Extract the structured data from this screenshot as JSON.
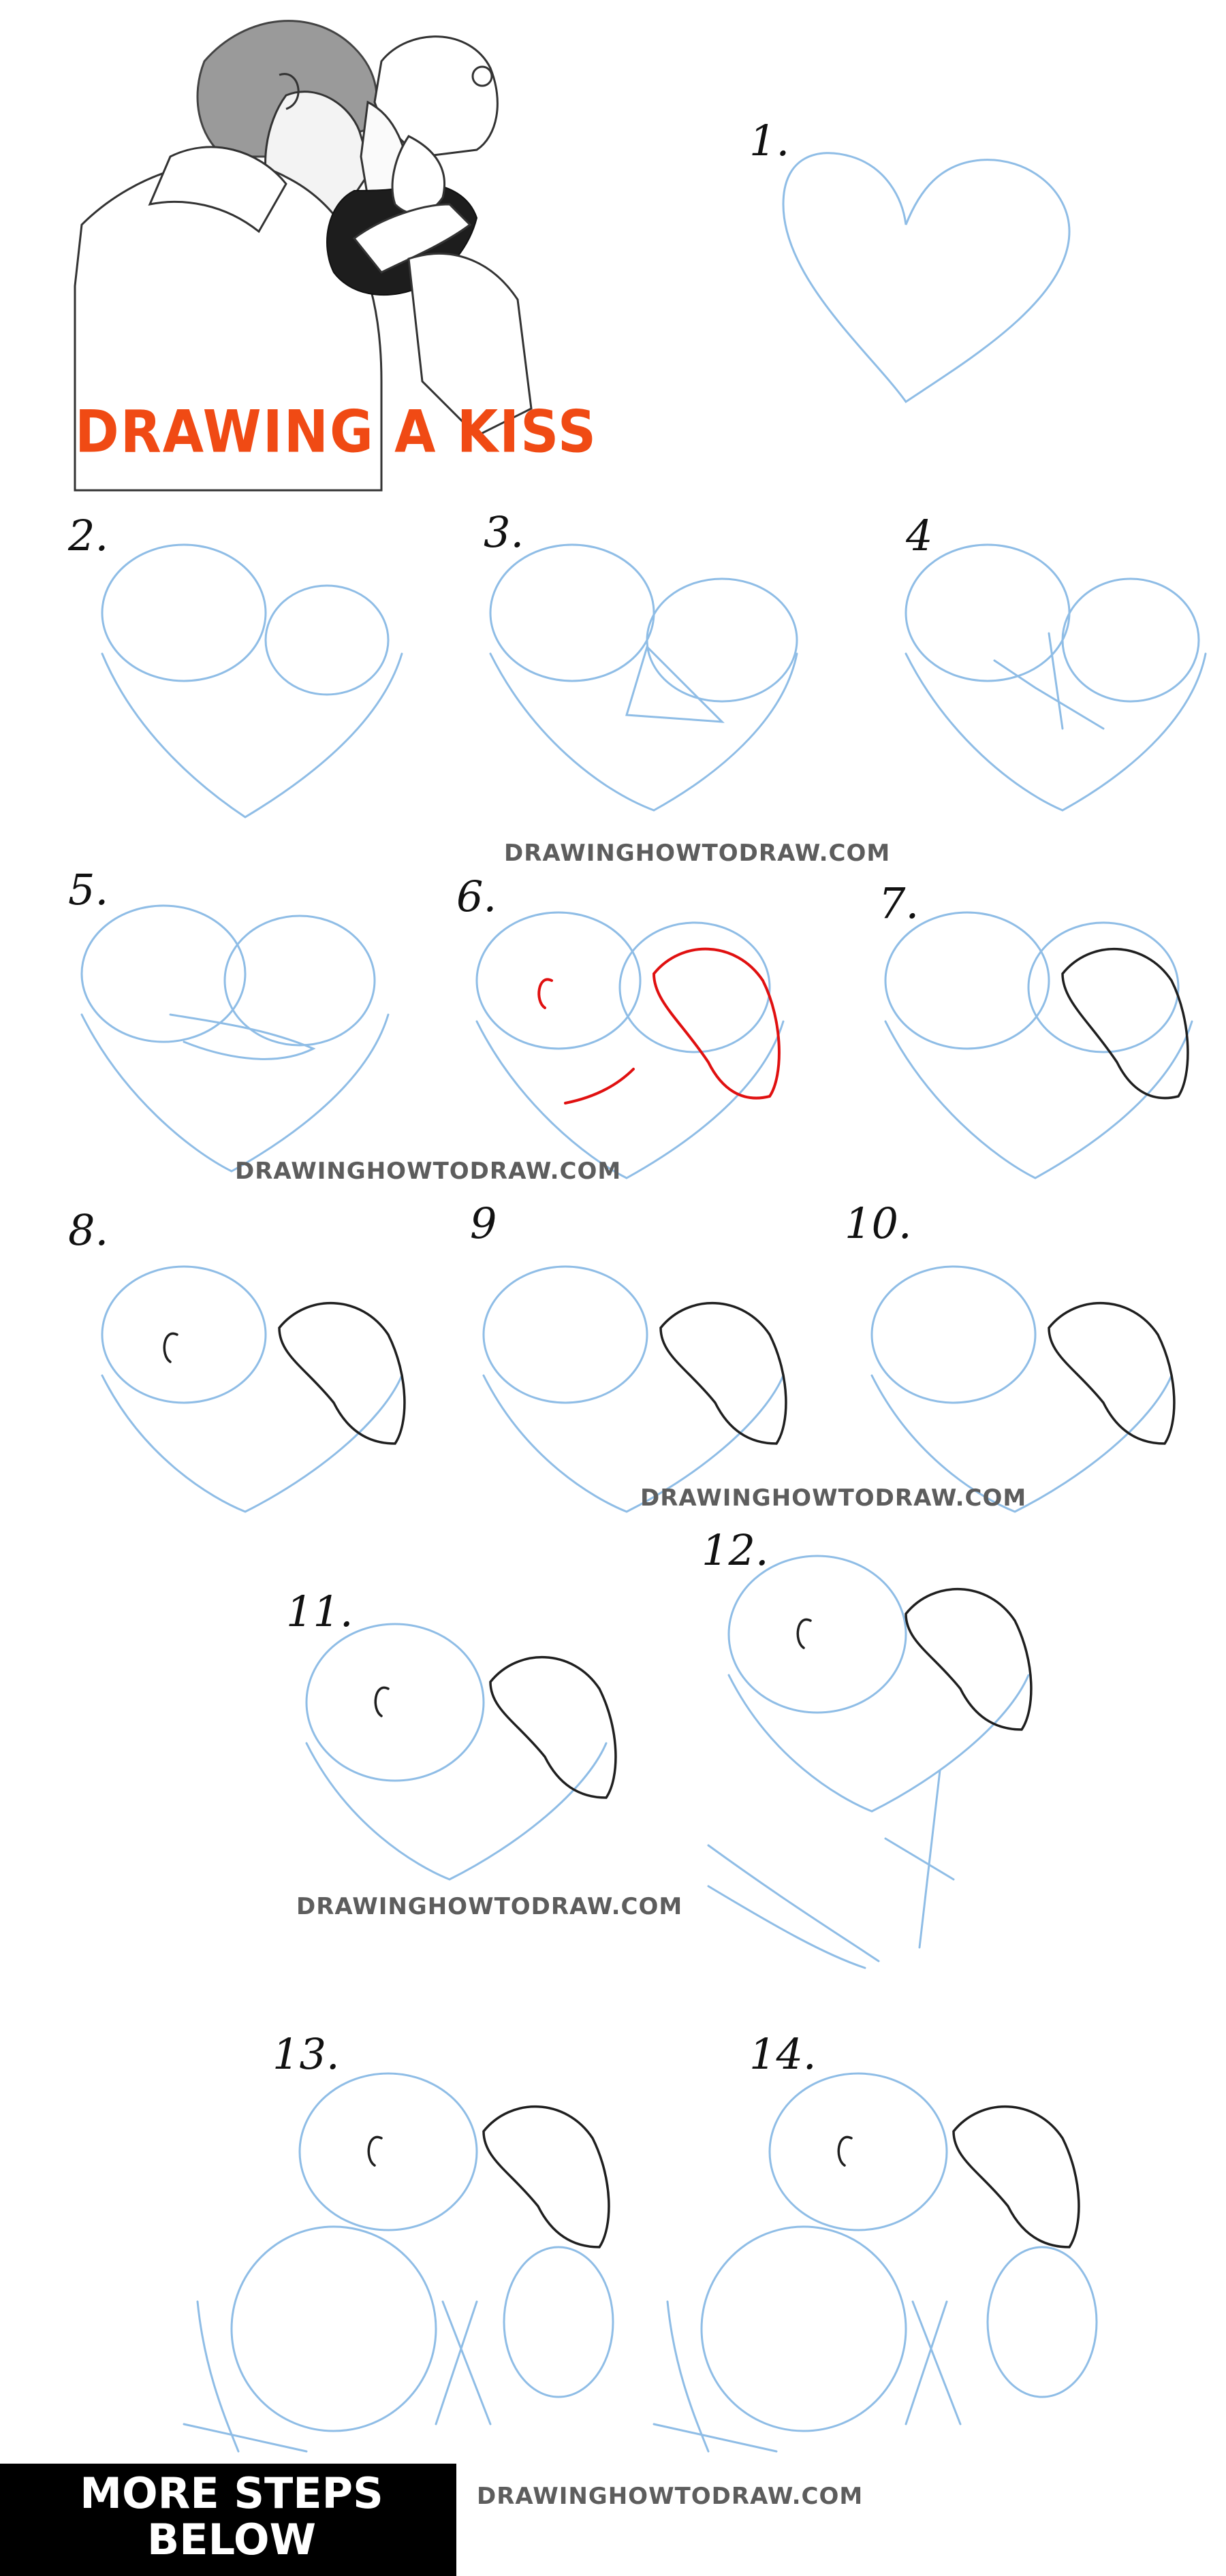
{
  "title": "DRAWING A KISS",
  "watermark": "DRAWINGHOWTODRAW.COM",
  "more_steps": {
    "line1": "MORE STEPS",
    "line2": "BELOW"
  },
  "steps": [
    "1.",
    "2.",
    "3.",
    "4",
    "5.",
    "6.",
    "7.",
    "8.",
    "9",
    "10.",
    "11.",
    "12.",
    "13.",
    "14."
  ],
  "colors": {
    "title": "#f04a14",
    "guide_lines": "#8fbde6",
    "new_lines": "#e01010",
    "ink": "#1f1f1f"
  }
}
